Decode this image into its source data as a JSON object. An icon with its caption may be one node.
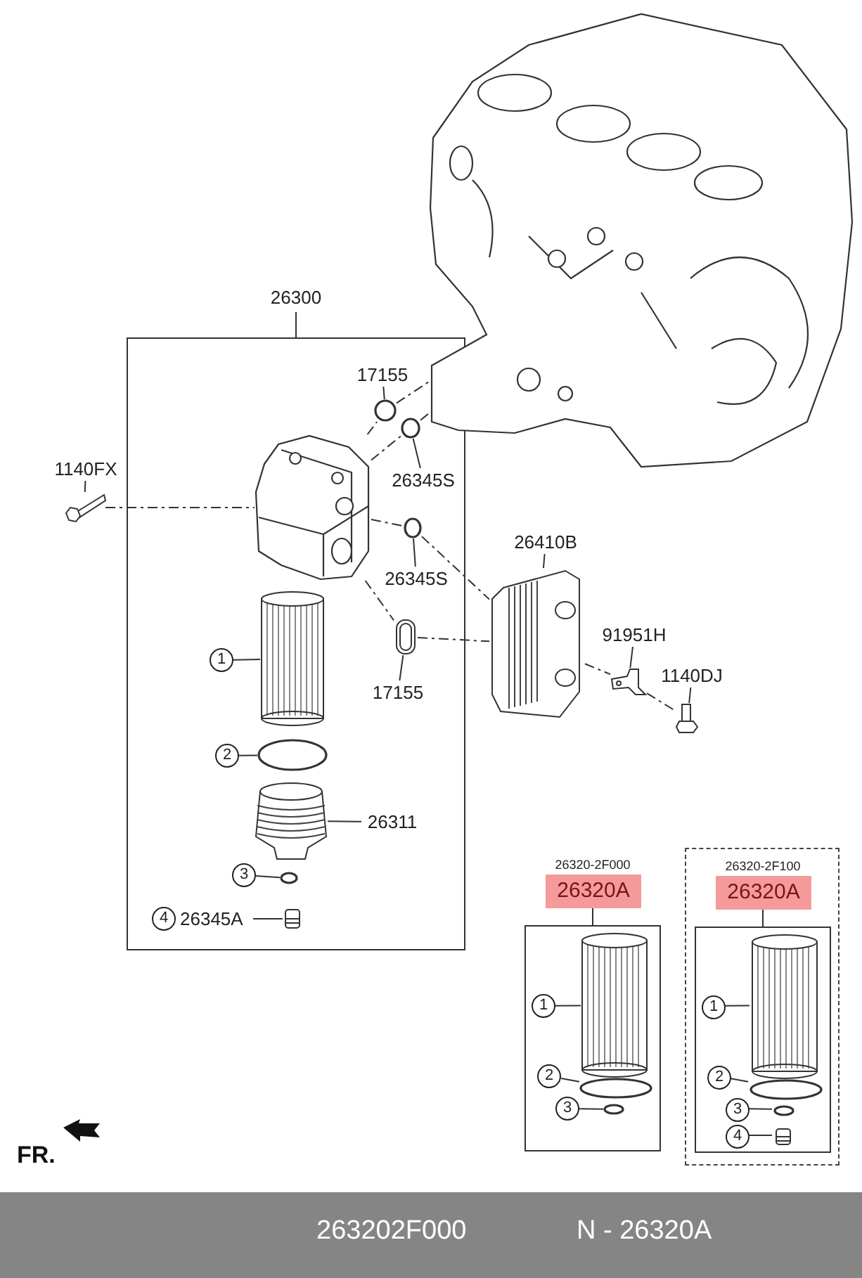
{
  "diagram": {
    "nodes": [
      {
        "text": [
          "26300"
        ]
      },
      {
        "text": [
          "17155"
        ],
        "in": 0
      },
      {
        "text": [],
        "shape": "circle",
        "in": 0
      },
      {
        "text": [
          "26345S"
        ],
        "in": 0
      },
      {
        "text": [],
        "shape": "circle",
        "in": 0
      },
      {
        "text": [
          "1140FX"
        ]
      },
      {
        "text": [],
        "shape": "picture"
      },
      {
        "text": [
          "26345S"
        ],
        "in": 0
      },
      {
        "text": [],
        "shape": "circle",
        "in": 0
      },
      {
        "text": [
          "17155"
        ],
        "in": 0
      },
      {
        "text": [],
        "shape": "picture",
        "in": 0
      },
      {
        "text": [
          "1"
        ],
        "in": 0
      },
      {
        "text": [],
        "shape": "picture",
        "in": 0
      },
      {
        "text": [
          "2"
        ],
        "in": 0
      },
      {
        "text": [],
        "shape": "circle",
        "in": 0
      },
      {
        "text": [
          "26311"
        ],
        "in": 0
      },
      {
        "text": [],
        "shape": "picture",
        "in": 0
      },
      {
        "text": [
          "3"
        ],
        "in": 0
      },
      {
        "text": [],
        "shape": "circle",
        "in": 0
      },
      {
        "text": [
          "4"
        ],
        "beside": [
          "26345A"
        ],
        "in": 0
      },
      {
        "text": [],
        "shape": "picture",
        "in": 0
      },
      {
        "text": [
          "26410B"
        ]
      },
      {
        "text": [],
        "shape": "picture"
      },
      {
        "text": [
          "91951H"
        ]
      },
      {
        "text": [],
        "shape": "picture"
      },
      {
        "text": [
          "1140DJ"
        ]
      },
      {
        "text": [],
        "shape": "picture"
      },
      {
        "text": [
          "26320-2F000",
          "26320A"
        ]
      },
      {
        "text": [
          "1"
        ],
        "in": 27
      },
      {
        "text": [],
        "shape": "picture",
        "in": 27
      },
      {
        "text": [
          "2"
        ],
        "in": 27
      },
      {
        "text": [],
        "shape": "circle",
        "in": 27
      },
      {
        "text": [
          "3"
        ],
        "in": 27
      },
      {
        "text": [],
        "shape": "circle",
        "in": 27
      },
      {
        "text": [],
        "shape": "box"
      },
      {
        "text": [
          "26320-2F100",
          "26320A"
        ],
        "in": 34
      },
      {
        "text": [
          "1"
        ],
        "in": 35
      },
      {
        "text": [],
        "shape": "picture",
        "in": 35
      },
      {
        "text": [
          "2"
        ],
        "in": 35
      },
      {
        "text": [],
        "shape": "circle",
        "in": 35
      },
      {
        "text": [
          "3"
        ],
        "in": 35
      },
      {
        "text": [],
        "shape": "circle",
        "in": 35
      },
      {
        "text": [
          "4"
        ],
        "in": 35
      },
      {
        "text": [],
        "shape": "picture",
        "in": 35
      },
      {
        "text": [],
        "shape": "picture"
      },
      {
        "text": [],
        "shape": "picture",
        "in": 0
      }
    ],
    "edges": [
      {
        "from": 1,
        "to": 2,
        "arrow": "none"
      },
      {
        "from": 3,
        "to": 4,
        "arrow": "none"
      },
      {
        "from": 5,
        "to": 6,
        "arrow": "none"
      },
      {
        "from": 7,
        "to": 8,
        "arrow": "none"
      },
      {
        "from": 9,
        "to": 10,
        "arrow": "none"
      },
      {
        "from": 11,
        "to": 12,
        "arrow": "none"
      },
      {
        "from": 13,
        "to": 14,
        "arrow": "none"
      },
      {
        "from": 15,
        "to": 16,
        "arrow": "none"
      },
      {
        "from": 17,
        "to": 18,
        "arrow": "none"
      },
      {
        "from": 19,
        "to": 20,
        "arrow": "none"
      },
      {
        "from": 21,
        "to": 22,
        "arrow": "none"
      },
      {
        "from": 23,
        "to": 24,
        "arrow": "none"
      },
      {
        "from": 25,
        "to": 26,
        "arrow": "none"
      },
      {
        "from": 28,
        "to": 29,
        "arrow": "none"
      },
      {
        "from": 30,
        "to": 31,
        "arrow": "none"
      },
      {
        "from": 32,
        "to": 33,
        "arrow": "none"
      },
      {
        "from": 36,
        "to": 37,
        "arrow": "none"
      },
      {
        "from": 38,
        "to": 39,
        "arrow": "none"
      },
      {
        "from": 40,
        "to": 41,
        "arrow": "none"
      },
      {
        "from": 42,
        "to": 43,
        "arrow": "none"
      },
      {
        "from": 6,
        "to": 45,
        "arrow": "none",
        "style": "dashed"
      },
      {
        "from": 45,
        "to": 2,
        "arrow": "none",
        "style": "dashed"
      },
      {
        "from": 2,
        "to": 44,
        "arrow": "none",
        "style": "dashed"
      },
      {
        "from": 45,
        "to": 4,
        "arrow": "none",
        "style": "dashed"
      },
      {
        "from": 4,
        "to": 44,
        "arrow": "none",
        "style": "dashed"
      },
      {
        "from": 45,
        "to": 8,
        "arrow": "none",
        "style": "dashed"
      },
      {
        "from": 8,
        "to": 22,
        "arrow": "none",
        "style": "dashed"
      },
      {
        "from": 45,
        "to": 10,
        "arrow": "none",
        "style": "dashed"
      },
      {
        "from": 10,
        "to": 22,
        "arrow": "none",
        "style": "dashed"
      },
      {
        "from": 22,
        "to": 24,
        "arrow": "none",
        "style": "dashed"
      },
      {
        "from": 24,
        "to": 26,
        "arrow": "none",
        "style": "dashed"
      }
    ],
    "labels": [
      "FR.",
      "263202F000",
      "N - 26320A"
    ]
  }
}
